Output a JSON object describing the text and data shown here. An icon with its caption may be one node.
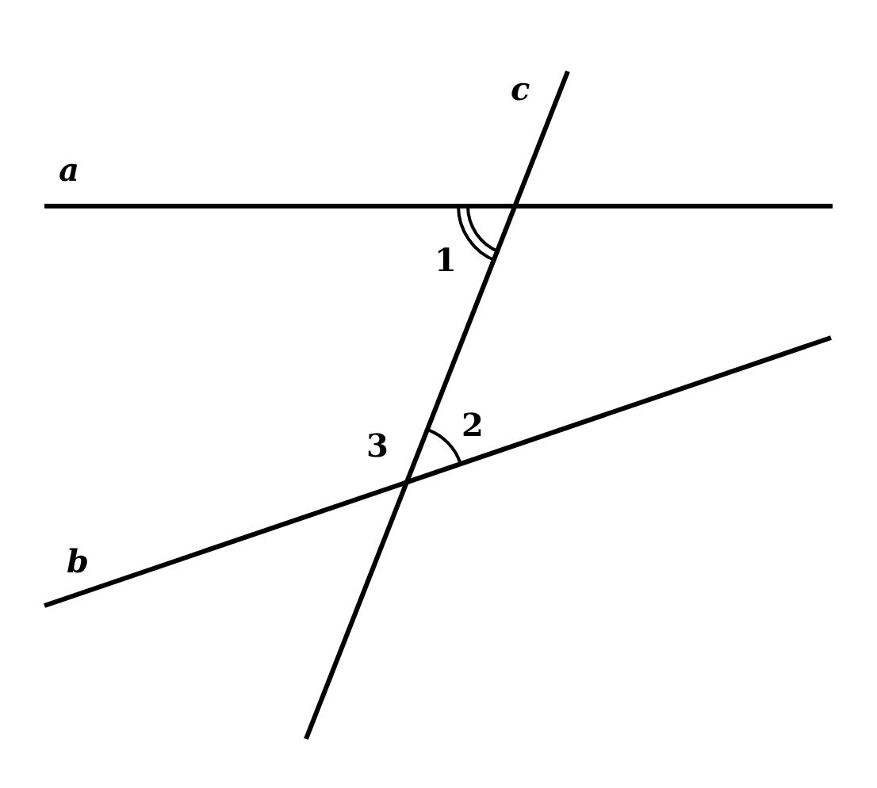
{
  "diagram": {
    "labels": [
      "c",
      "a",
      "1",
      "2",
      "3",
      "b"
    ]
  }
}
